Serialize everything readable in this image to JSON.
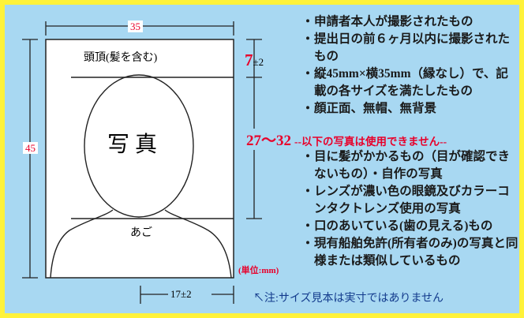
{
  "diagram": {
    "width_label": "35",
    "height_label": "45",
    "top_margin_label": "7",
    "top_margin_tol": "±2",
    "face_range_label": "27～32",
    "chin_gap_label": "17±2",
    "crown_label": "頭頂(髪を含む)",
    "photo_label": "写 真",
    "chin_label": "あご",
    "unit_label": "(単位:mm)",
    "sample_note": "↖注:サイズ見本は実寸ではありません"
  },
  "requirements": [
    "申請者本人が撮影されたもの",
    "提出日の前６ヶ月以内に撮影されたもの",
    "縦45mm×横35mm（縁なし）で、記載の各サイズを満たしたもの",
    "顔正面、無帽、無背景"
  ],
  "unusable_heading": "--以下の写真は使用できません--",
  "unusable": [
    "目に髪がかかるもの（目が確認できないもの）・自作の写真",
    "レンズが濃い色の眼鏡及びカラーコンタクトレンズ使用の写真",
    "口のあいている(歯の見える)もの",
    "現有船舶免許(所有者のみ)の写真と同様または類似しているもの"
  ],
  "colors": {
    "background": "#a8d8f2",
    "border": "#fff23a",
    "accent_red": "#e8002a"
  }
}
